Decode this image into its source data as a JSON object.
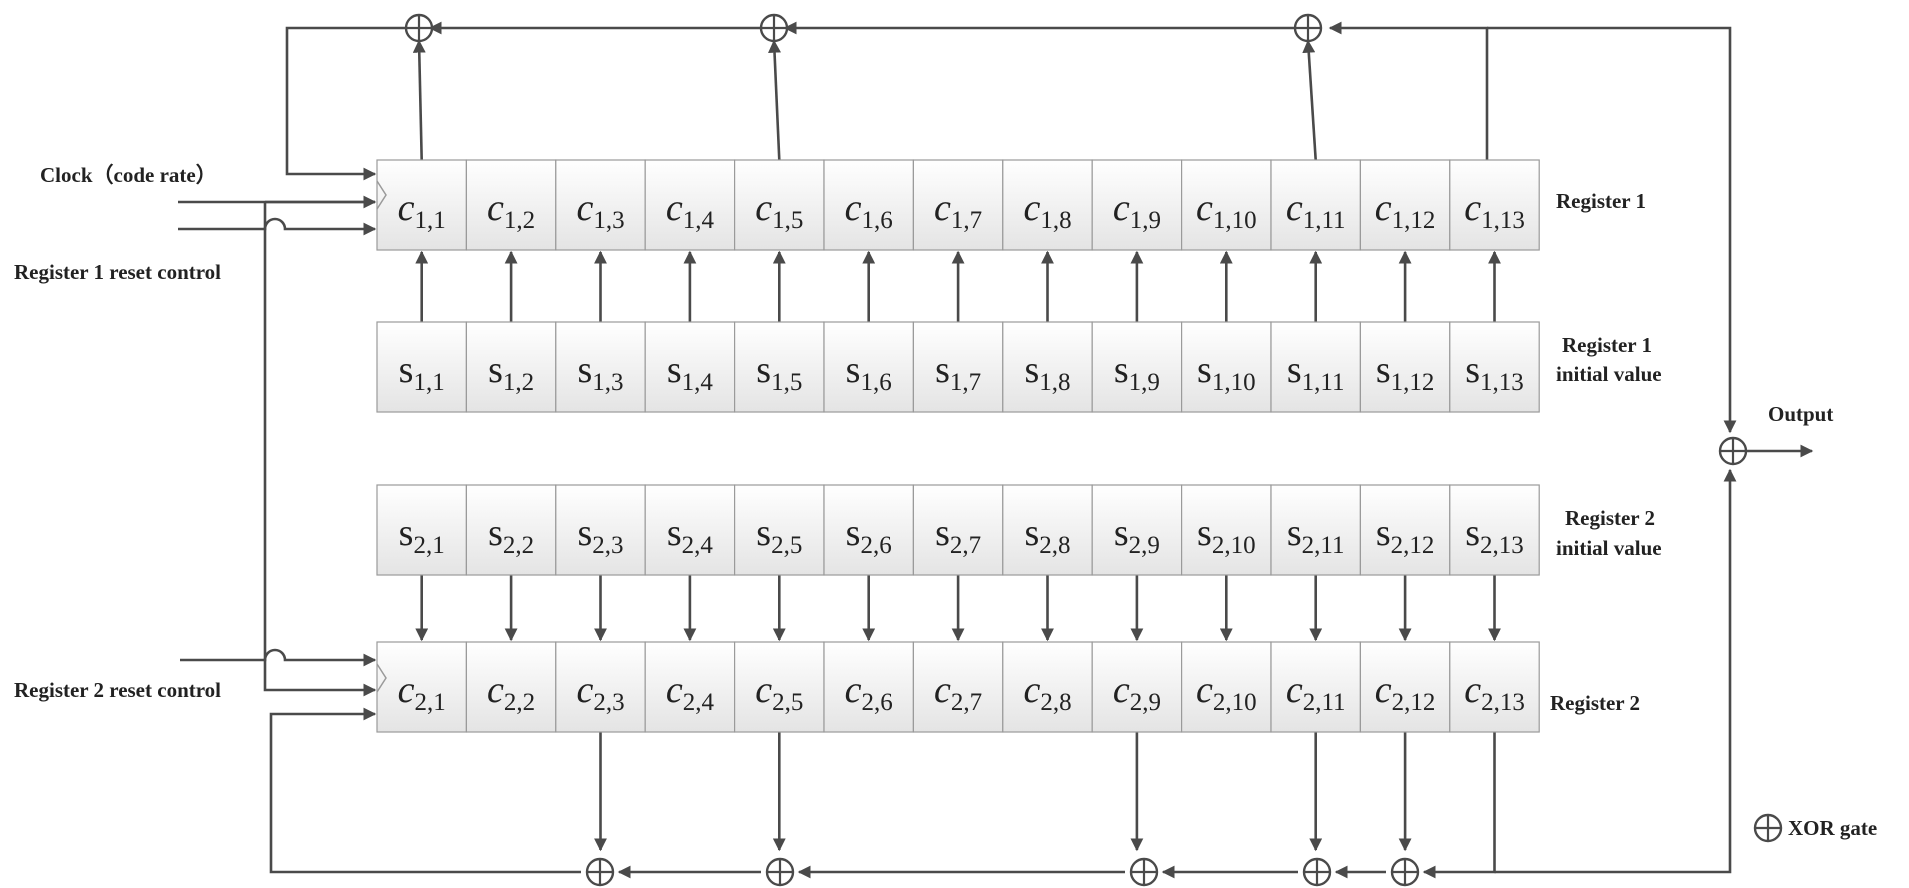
{
  "labels": {
    "clock": "Clock（code rate）",
    "reset1": "Register 1 reset control",
    "reset2": "Register 2 reset control",
    "reg1": "Register 1",
    "reg1_init_line1": "Register 1",
    "reg1_init_line2": "initial value",
    "reg2_init_line1": "Register 2",
    "reg2_init_line2": "initial value",
    "reg2": "Register 2",
    "output": "Output",
    "xor_legend": "XOR gate"
  },
  "rows": [
    {
      "id": "c1",
      "letter": "c",
      "sub": [
        "1,1",
        "1,2",
        "1,3",
        "1,4",
        "1,5",
        "1,6",
        "1,7",
        "1,8",
        "1,9",
        "1,10",
        "1,11",
        "1,12",
        "1,13"
      ]
    },
    {
      "id": "s1",
      "letter": "s",
      "sub": [
        "1,1",
        "1,2",
        "1,3",
        "1,4",
        "1,5",
        "1,6",
        "1,7",
        "1,8",
        "1,9",
        "1,10",
        "1,11",
        "1,12",
        "1,13"
      ]
    },
    {
      "id": "s2",
      "letter": "s",
      "sub": [
        "2,1",
        "2,2",
        "2,3",
        "2,4",
        "2,5",
        "2,6",
        "2,7",
        "2,8",
        "2,9",
        "2,10",
        "2,11",
        "2,12",
        "2,13"
      ]
    },
    {
      "id": "c2",
      "letter": "c",
      "sub": [
        "2,1",
        "2,2",
        "2,3",
        "2,4",
        "2,5",
        "2,6",
        "2,7",
        "2,8",
        "2,9",
        "2,10",
        "2,11",
        "2,12",
        "2,13"
      ]
    }
  ],
  "colors": {
    "wire": "#4a4a4a",
    "cell_top": "#ffffff",
    "cell_bottom": "#e4e4e4",
    "text": "#222222"
  }
}
